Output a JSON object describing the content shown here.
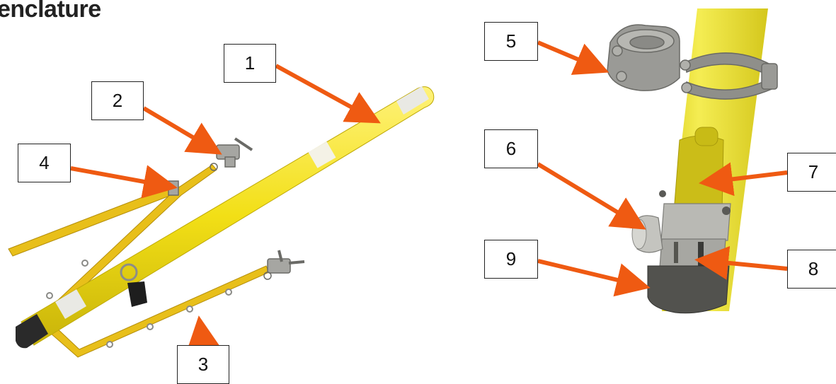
{
  "title": "enclature",
  "labels": [
    "1",
    "2",
    "3",
    "4",
    "5",
    "6",
    "7",
    "8",
    "9"
  ],
  "colors": {
    "arrow": "#ef5a12",
    "pole_yellow": "#f2df16",
    "strap": "#e8bf1a",
    "metal": "#9a9a96",
    "cap": "#2a2a2a"
  }
}
